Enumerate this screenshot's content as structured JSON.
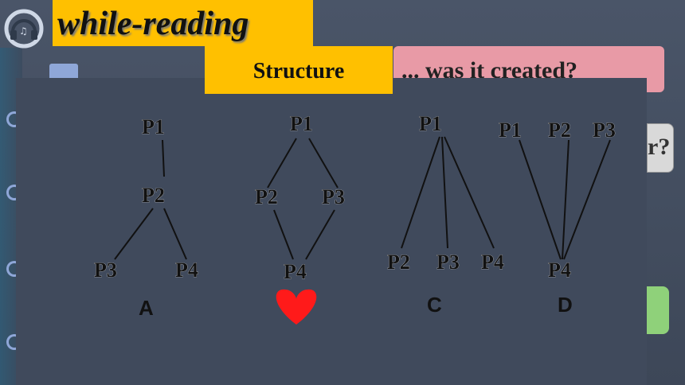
{
  "header": {
    "title": "while-reading"
  },
  "banners": {
    "pink": "... was it created?",
    "gray": "r?",
    "structure": "Structure"
  },
  "diagrams": {
    "A": {
      "label": "A",
      "nodes": [
        "P1",
        "P2",
        "P3",
        "P4"
      ]
    },
    "B": {
      "label": "",
      "nodes": [
        "P1",
        "P2",
        "P3",
        "P4"
      ],
      "marker": "heart-icon"
    },
    "C": {
      "label": "C",
      "nodes": [
        "P1",
        "P2",
        "P3",
        "P4"
      ]
    },
    "D": {
      "label": "D",
      "nodes": [
        "P1",
        "P2",
        "P3",
        "P4"
      ]
    }
  },
  "colors": {
    "accent": "#ffc000",
    "heart": "#ff1a1a",
    "pink": "#e89aa6",
    "green": "#8fd17a"
  }
}
